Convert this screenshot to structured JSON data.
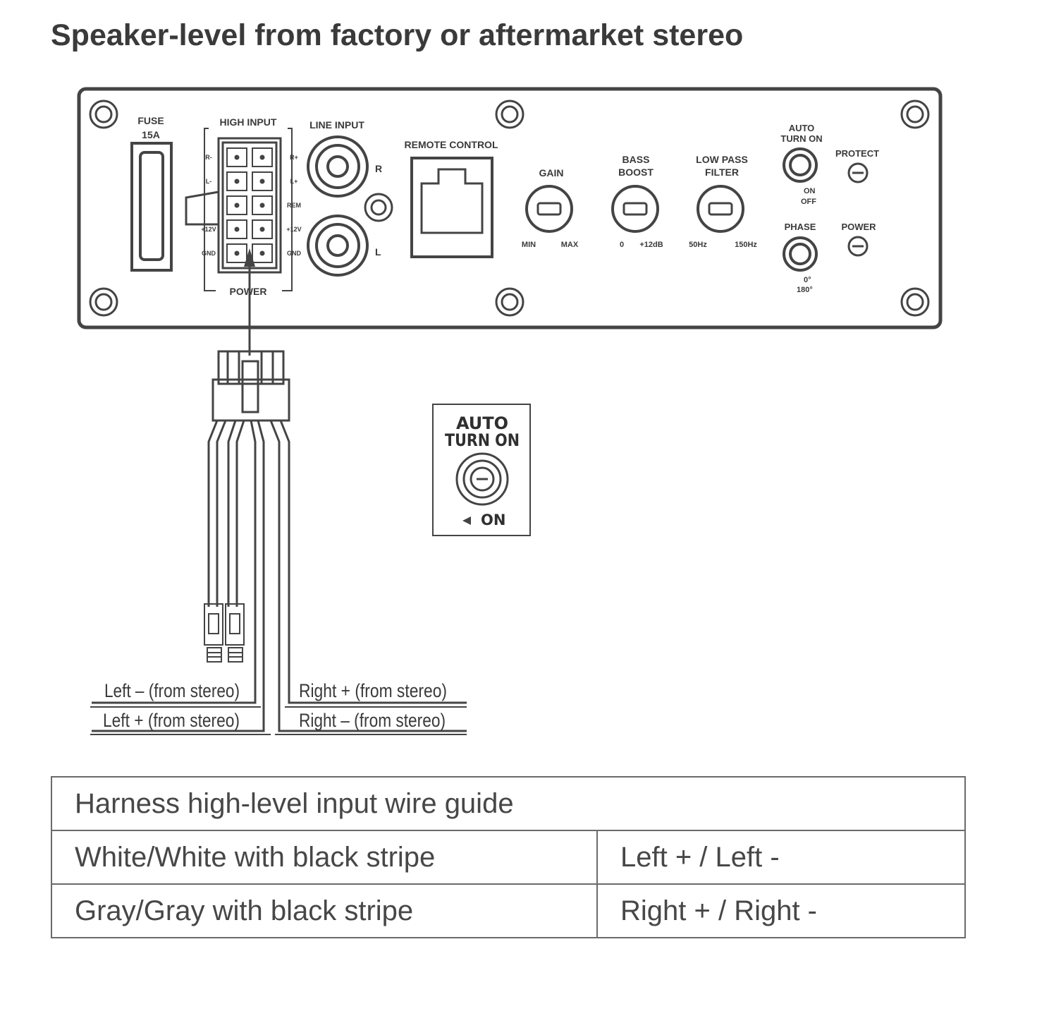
{
  "title": "Speaker-level from factory or aftermarket stereo",
  "panel": {
    "fuse_label": "FUSE",
    "fuse_rating": "15A",
    "high_input_label": "HIGH INPUT",
    "power_label": "POWER",
    "line_input_label": "LINE INPUT",
    "line_r": "R",
    "line_l": "L",
    "remote_control_label": "REMOTE CONTROL",
    "gain_label": "GAIN",
    "gain_min": "MIN",
    "gain_max": "MAX",
    "bass_boost_label_1": "BASS",
    "bass_boost_label_2": "BOOST",
    "bass_min": "0",
    "bass_max": "+12dB",
    "lpf_label_1": "LOW PASS",
    "lpf_label_2": "FILTER",
    "lpf_min": "50Hz",
    "lpf_max": "150Hz",
    "auto_turn_on_1": "AUTO",
    "auto_turn_on_2": "TURN ON",
    "auto_on": "ON",
    "auto_off": "OFF",
    "protect_label": "PROTECT",
    "phase_label": "PHASE",
    "phase_0": "0°",
    "phase_180": "180°",
    "power_led_label": "POWER",
    "pin_left": [
      "R-",
      "L-",
      "",
      "+12V",
      "GND"
    ],
    "pin_right": [
      "R+",
      "L+",
      "REM",
      "+12V",
      "GND"
    ]
  },
  "callout": {
    "line1": "AUTO",
    "line2": "TURN ON",
    "on": "ON"
  },
  "wires": {
    "left_minus": "Left – (from stereo)",
    "left_plus": "Left + (from stereo)",
    "right_plus": "Right + (from stereo)",
    "right_minus": "Right – (from stereo)"
  },
  "table": {
    "header": "Harness high-level input wire guide",
    "rows": [
      {
        "wire": "White/White with black stripe",
        "channel": "Left + / Left -"
      },
      {
        "wire": "Gray/Gray with black stripe",
        "channel": "Right + / Right -"
      }
    ]
  }
}
